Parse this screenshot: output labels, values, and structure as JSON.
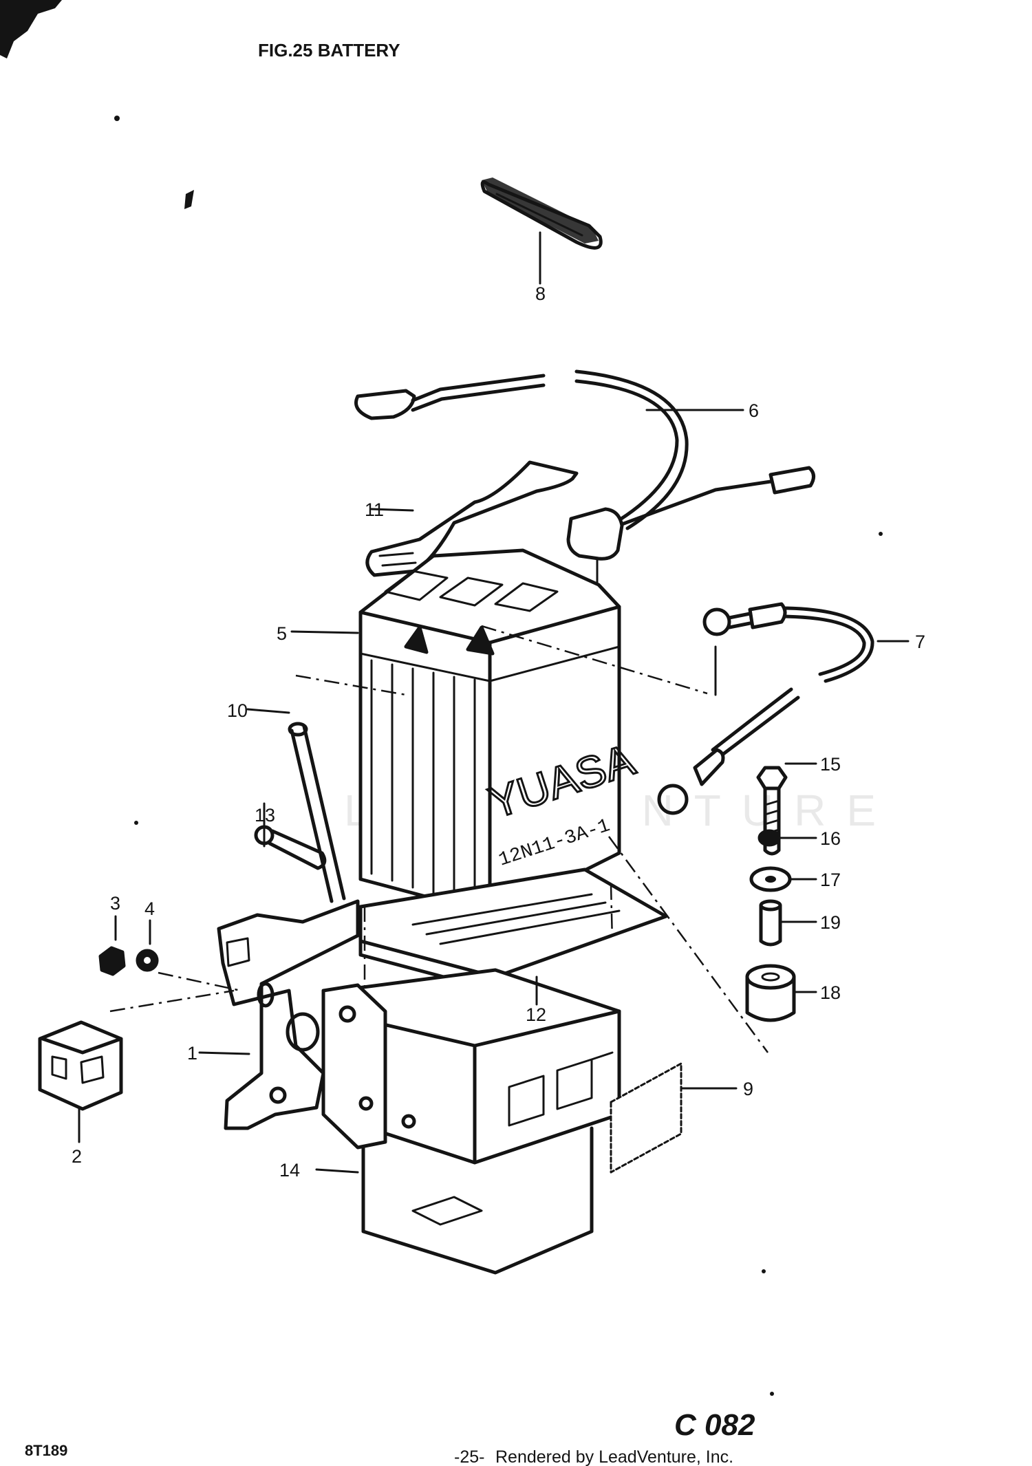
{
  "title": "FIG.25  BATTERY",
  "battery_brand": "YUASA",
  "battery_model": "12N11-3A-1",
  "watermark": "LEADVENTURE",
  "callouts": [
    "1",
    "2",
    "3",
    "4",
    "5",
    "6",
    "7",
    "8",
    "9",
    "10",
    "11",
    "12",
    "13",
    "14",
    "15",
    "16",
    "17",
    "18",
    "19"
  ],
  "footer": {
    "left_code": "8T189",
    "page_marker": "-25-",
    "credit": "Rendered by LeadVenture, Inc.",
    "page_code": "C 082"
  }
}
